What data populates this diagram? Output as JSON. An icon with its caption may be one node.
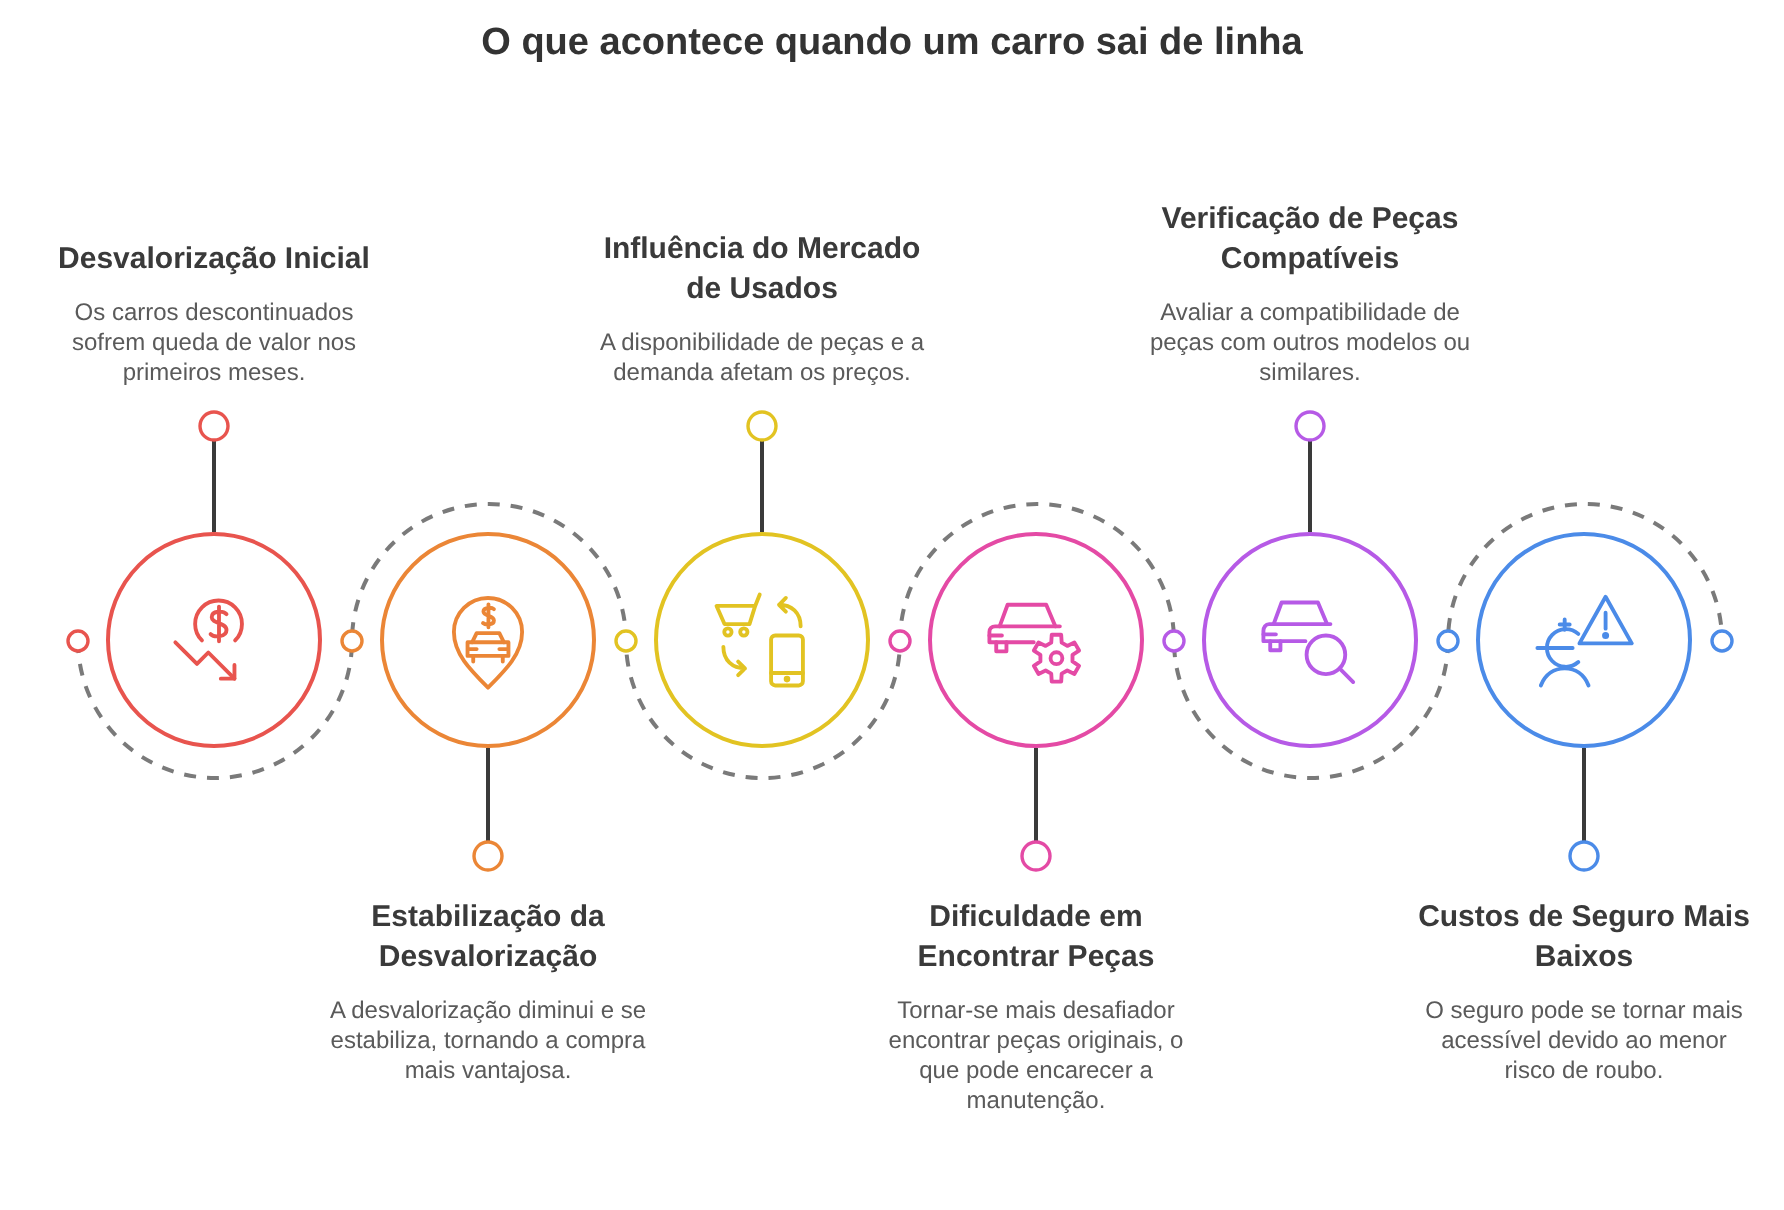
{
  "diagram": {
    "title": "O que acontece quando um carro sai de linha",
    "nodes": [
      {
        "text": [
          "Desvalorização Inicial",
          "Os carros descontinuados sofrem queda de valor nos primeiros meses."
        ]
      },
      {
        "text": [],
        "shape": "circle"
      },
      {
        "text": [
          "Estabilização da Desvalorização",
          "A desvalorização diminui e se estabiliza, tornando a compra mais vantajosa."
        ]
      },
      {
        "text": [],
        "shape": "circle"
      },
      {
        "text": [
          "Influência do Mercado de Usados",
          "A disponibilidade de peças e a demanda afetam os preços."
        ]
      },
      {
        "text": [],
        "shape": "circle"
      },
      {
        "text": [
          "Dificuldade em Encontrar Peças",
          "Tornar-se mais desafiador encontrar peças originais, o que pode encarecer a manutenção."
        ]
      },
      {
        "text": [],
        "shape": "circle"
      },
      {
        "text": [
          "Verificação de Peças Compatíveis",
          "Avaliar a compatibilidade de peças com outros modelos ou similares."
        ]
      },
      {
        "text": [],
        "shape": "circle"
      },
      {
        "text": [
          "Custos de Seguro Mais Baixos",
          "O seguro pode se tornar mais acessível devido ao menor risco de roubo."
        ]
      },
      {
        "text": [],
        "shape": "circle"
      }
    ],
    "edges": [
      {
        "from": 0,
        "to": 1,
        "arrow": "other"
      },
      {
        "from": 2,
        "to": 3,
        "arrow": "other"
      },
      {
        "from": 4,
        "to": 5,
        "arrow": "other"
      },
      {
        "from": 6,
        "to": 7,
        "arrow": "other"
      },
      {
        "from": 8,
        "to": 9,
        "arrow": "other"
      },
      {
        "from": 10,
        "to": 11,
        "arrow": "other"
      }
    ]
  }
}
